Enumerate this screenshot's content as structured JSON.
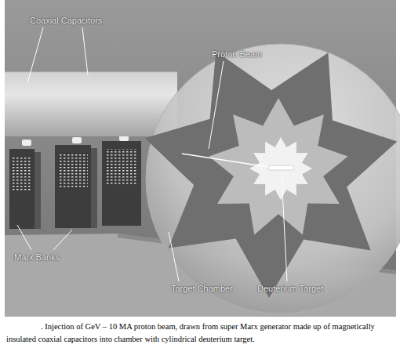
{
  "diagram": {
    "caption": ". Injection of GeV – 10 MA proton beam, drawn from super Marx generator made up of magnetically insulated coaxial capacitors into chamber with cylindrical deuterium target.",
    "labels": [
      "Coaxial Capacitors",
      "Proton Beam",
      "Marx Banks",
      "Target Chamber",
      "Deuterium Target"
    ]
  }
}
